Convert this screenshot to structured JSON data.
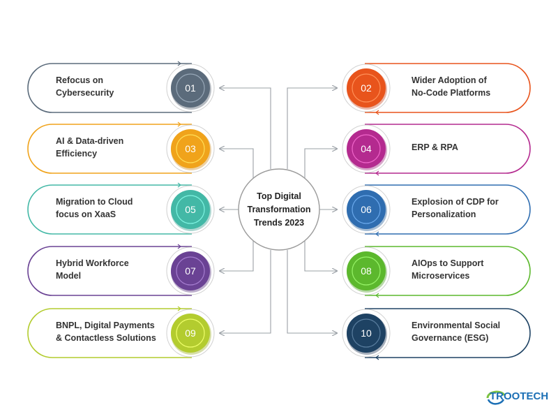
{
  "center": {
    "title": "Top Digital\nTransformation\nTrends 2023"
  },
  "trends": [
    {
      "number": "01",
      "label": "Refocus on\nCybersecurity",
      "color": "#5b6b7b"
    },
    {
      "number": "02",
      "label": "Wider Adoption of\nNo-Code Platforms",
      "color": "#e8541c"
    },
    {
      "number": "03",
      "label": "AI & Data-driven\nEfficiency",
      "color": "#f0a31b"
    },
    {
      "number": "04",
      "label": "ERP & RPA",
      "color": "#b42a8f"
    },
    {
      "number": "05",
      "label": "Migration to Cloud\nfocus on XaaS",
      "color": "#43b8a6"
    },
    {
      "number": "06",
      "label": "Explosion of CDP for\nPersonalization",
      "color": "#2f6db0"
    },
    {
      "number": "07",
      "label": "Hybrid Workforce\nModel",
      "color": "#6a4294"
    },
    {
      "number": "08",
      "label": "AIOps to Support\nMicroservices",
      "color": "#5cb82d"
    },
    {
      "number": "09",
      "label": "BNPL, Digital Payments\n& Contactless Solutions",
      "color": "#b3cc2f"
    },
    {
      "number": "10",
      "label": "Environmental Social\nGovernance (ESG)",
      "color": "#1e4263"
    }
  ],
  "logo": {
    "text": "TROOTECH",
    "colors": [
      "#1b6fb5",
      "#7cc242"
    ]
  },
  "connector_color": "#9aa0a6"
}
